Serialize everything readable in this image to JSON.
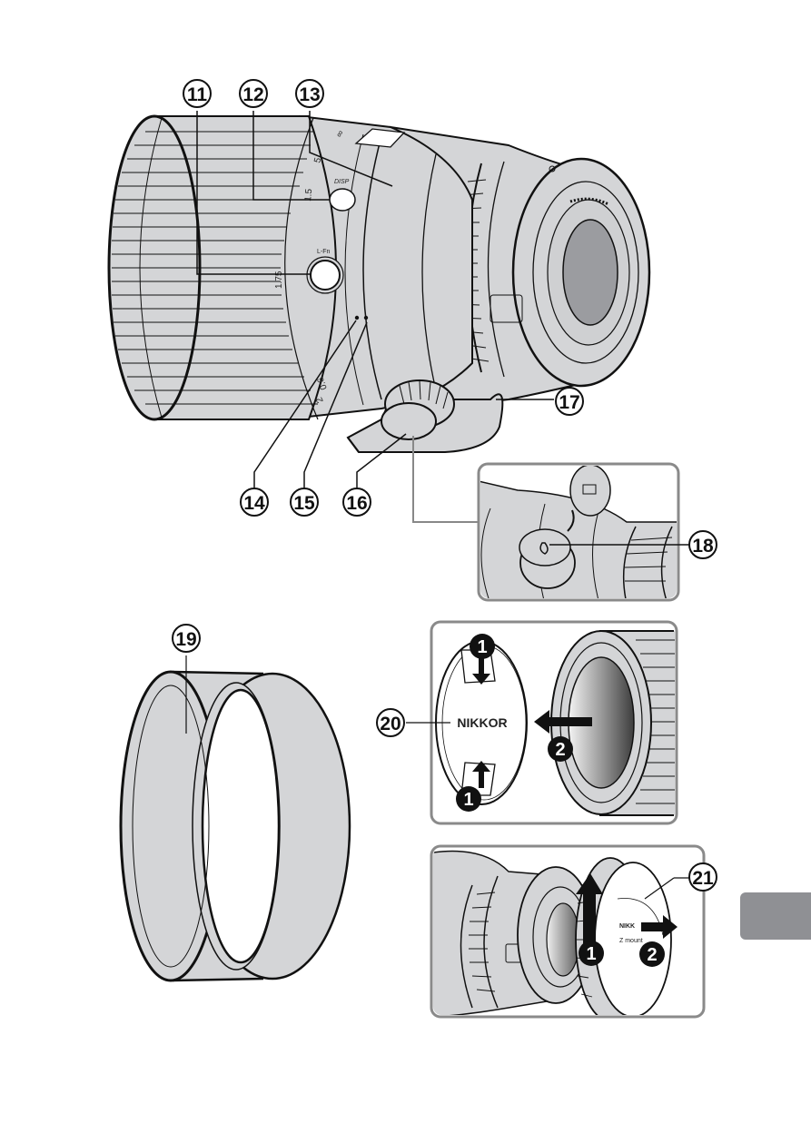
{
  "callouts": {
    "c11": "11",
    "c12": "12",
    "c13": "13",
    "c14": "14",
    "c15": "15",
    "c16": "16",
    "c17": "17",
    "c18": "18",
    "c19": "19",
    "c20": "20",
    "c21": "21"
  },
  "lens_markings": {
    "disp_button": "DISP",
    "lfn_button": "L-Fn",
    "scale_infinity": "∞",
    "scale_5": "5",
    "scale_1_5": "1.5",
    "scale_1_75": "1.75",
    "scale_2": "2",
    "scale_0_6": "0.6"
  },
  "front_cap": {
    "brand": "NIKKOR",
    "step_1": "1",
    "step_2": "2"
  },
  "rear_cap": {
    "brand": "NIKK",
    "mount": "Z mount",
    "step_1": "1",
    "step_2": "2"
  },
  "colors": {
    "body_gray": "#d4d5d7",
    "glass_gray": "#9b9ca0",
    "tab_gray": "#8f9094",
    "line": "#111111",
    "frame": "#8a8a8a"
  }
}
